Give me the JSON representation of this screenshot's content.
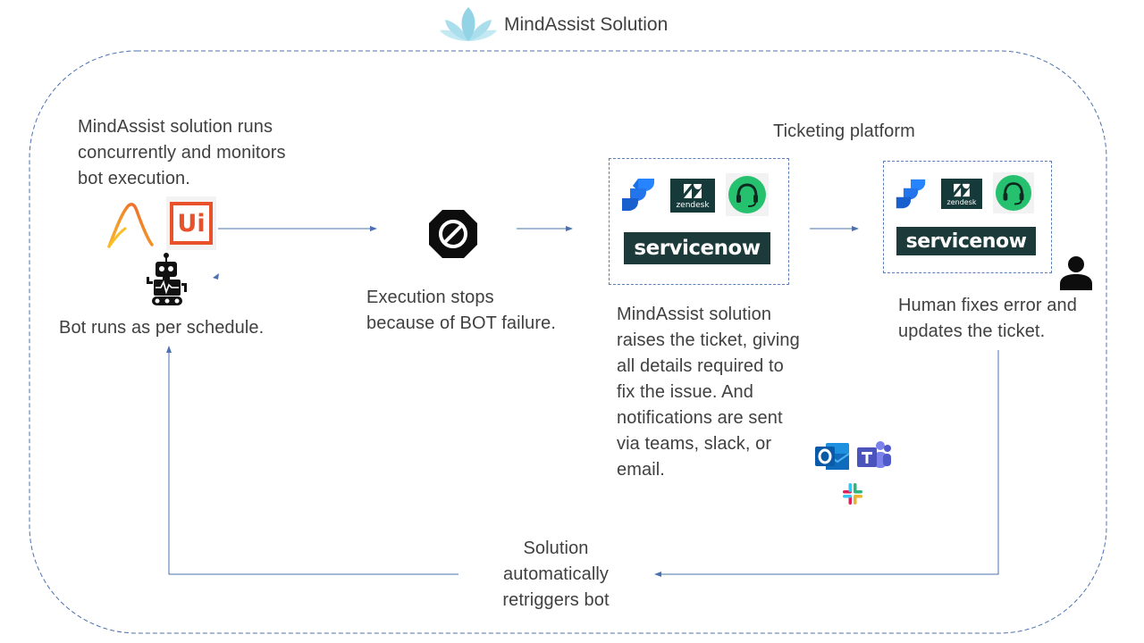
{
  "header": {
    "title": "MindAssist Solution",
    "logo_icon": "lotus-icon"
  },
  "steps": {
    "monitor_text": [
      "MindAssist solution runs",
      "concurrently and monitors",
      "bot execution."
    ],
    "bot_schedule_text": "Bot runs as per schedule.",
    "stop_text": [
      "Execution stops",
      "because of BOT failure."
    ],
    "ticketing_title": "Ticketing platform",
    "raise_text": [
      "MindAssist solution",
      "raises the ticket, giving",
      "all details required to",
      "fix the issue. And",
      "notifications are sent",
      "via teams, slack, or",
      "email."
    ],
    "human_text": [
      "Human fixes error and",
      "updates the ticket."
    ],
    "retrigger_text": [
      "Solution",
      "automatically",
      "retriggers bot"
    ]
  },
  "logos": {
    "uipath": "Ui",
    "zendesk": "zendesk",
    "servicenow": "servicenow"
  },
  "colors": {
    "arrow": "#4a72b0",
    "loop_border": "#4a72b0",
    "servicenow_bg": "#1c3a3a",
    "uipath": "#e8512a",
    "freshdesk": "#25c16f",
    "jira": "#2684ff",
    "lotus": "#7fcbe0"
  }
}
